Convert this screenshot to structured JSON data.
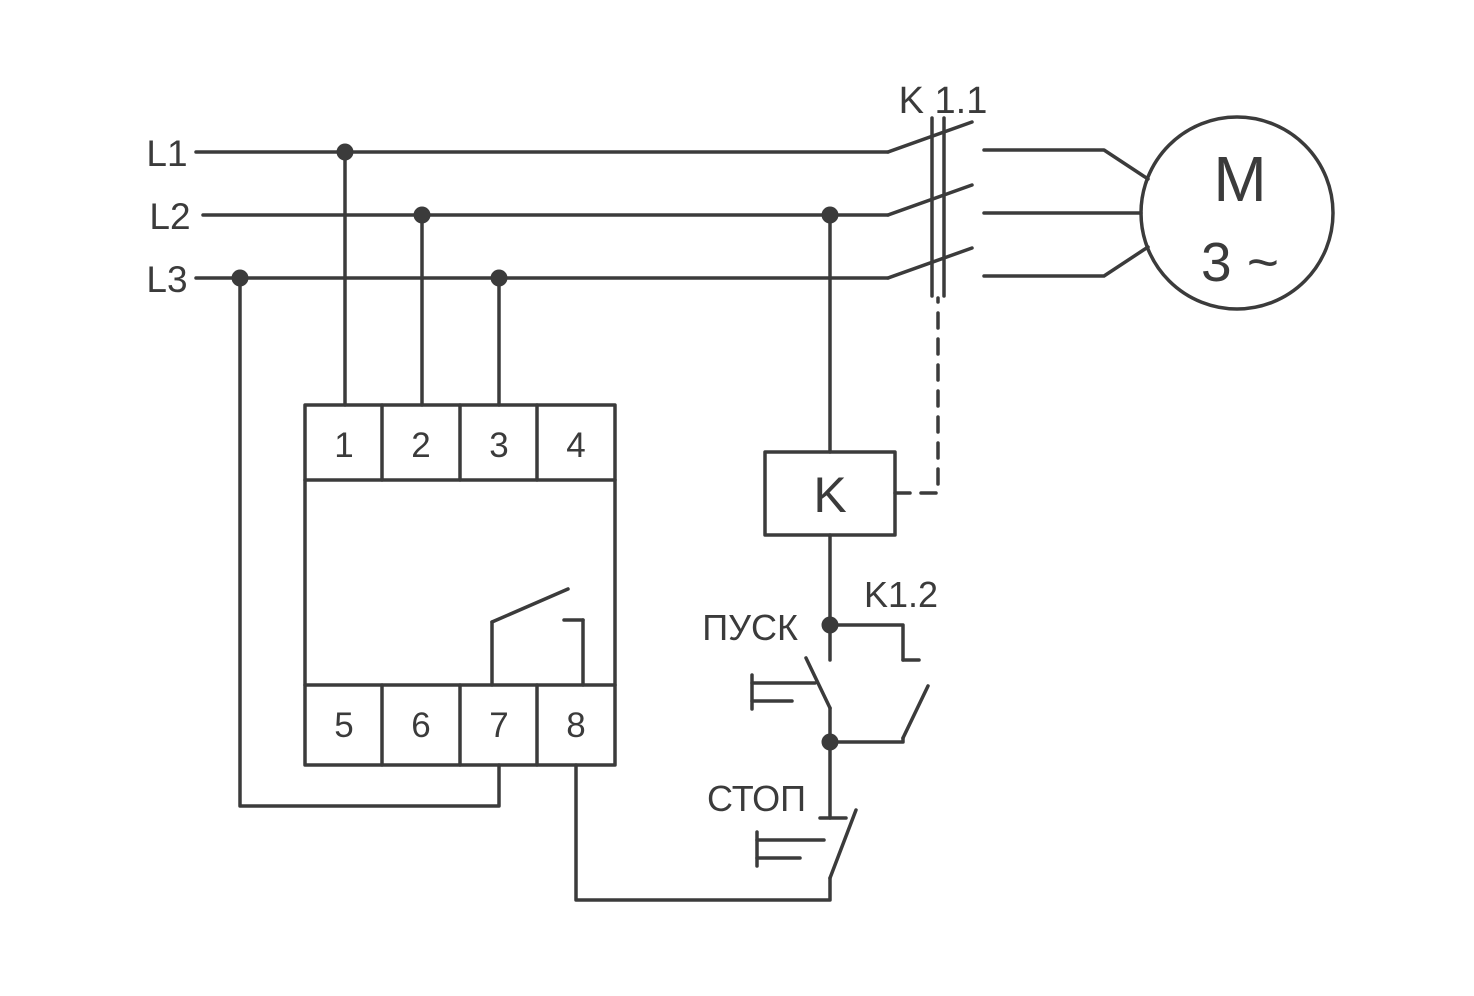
{
  "diagram": {
    "kind": "motor-starter-wiring-schematic",
    "colors": {
      "line": "#3b3b3b",
      "background": "#ffffff"
    },
    "phases": [
      {
        "label": "L1"
      },
      {
        "label": "L2"
      },
      {
        "label": "L3"
      }
    ],
    "contactor": {
      "main_contacts_label": "K 1.1",
      "coil_label": "K",
      "aux_contact_label": "K1.2"
    },
    "motor": {
      "label": "M",
      "type_label": "3 ~"
    },
    "buttons": {
      "start_label": "ПУСК",
      "stop_label": "СТОП"
    },
    "relay_terminals": {
      "top": [
        "1",
        "2",
        "3",
        "4"
      ],
      "bottom": [
        "5",
        "6",
        "7",
        "8"
      ]
    }
  }
}
